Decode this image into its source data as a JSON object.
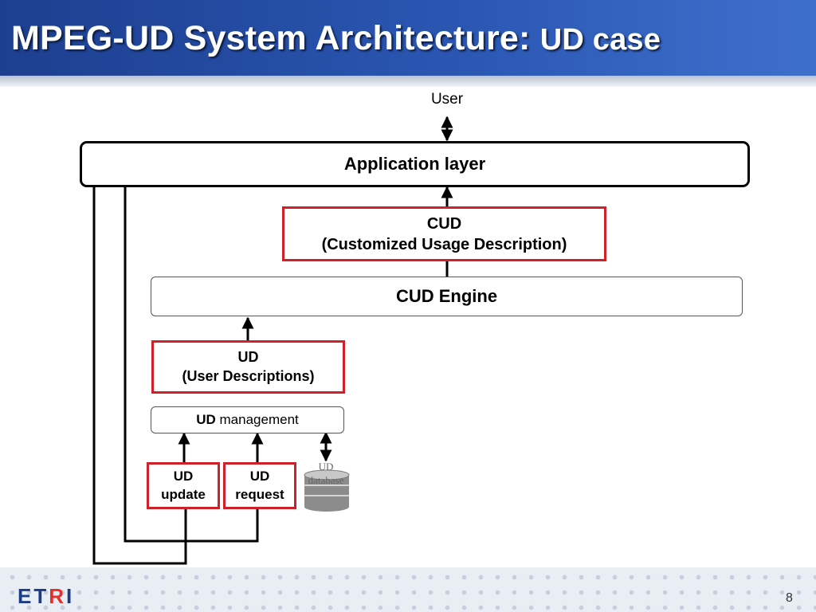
{
  "title": {
    "main": "MPEG-UD System Architecture:",
    "suffix": "UD case"
  },
  "diagram": {
    "user": "User",
    "application_layer": "Application layer",
    "cud": {
      "line1": "CUD",
      "line2": "(Customized Usage Description)"
    },
    "cud_engine": "CUD Engine",
    "ud": {
      "line1": "UD",
      "line2": "(User Descriptions)"
    },
    "ud_management": {
      "bold": "UD",
      "rest": " management"
    },
    "ud_update": {
      "line1": "UD",
      "line2": "update"
    },
    "ud_request": {
      "line1": "UD",
      "line2": "request"
    },
    "ud_database": {
      "line1": "UD",
      "line2": "database"
    }
  },
  "footer": {
    "logo_main": "ET",
    "logo_accent": "R",
    "logo_end": "I",
    "page_number": "8"
  },
  "colors": {
    "header_blue": "#2a56b2",
    "box_red": "#d0202a",
    "logo_blue": "#1c3c87",
    "logo_red": "#e0312b"
  }
}
